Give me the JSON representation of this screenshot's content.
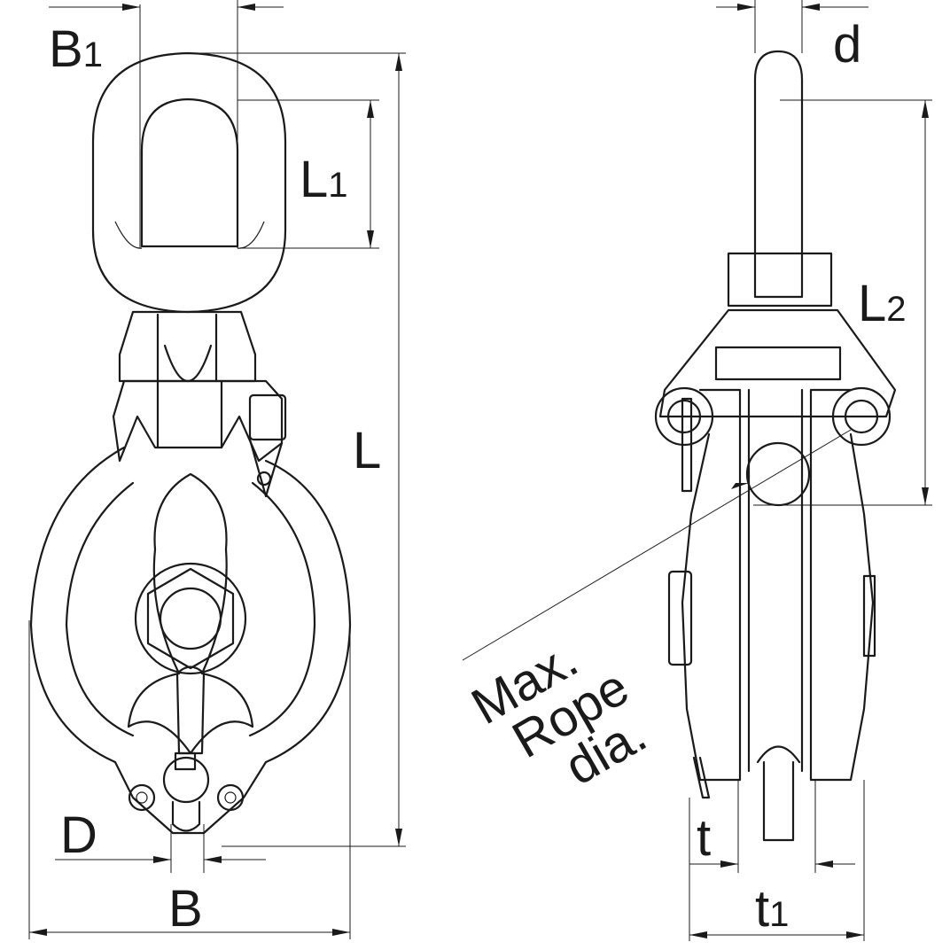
{
  "labels": {
    "B1": {
      "main": "B",
      "sub": "1"
    },
    "L1": {
      "main": "L",
      "sub": "1"
    },
    "L": {
      "main": "L"
    },
    "D": {
      "main": "D"
    },
    "B": {
      "main": "B"
    },
    "d": {
      "main": "d"
    },
    "L2": {
      "main": "L",
      "sub": "2"
    },
    "t": {
      "main": "t"
    },
    "t1": {
      "main": "t",
      "sub": "1"
    },
    "max_rope": {
      "line1": "Max.",
      "line2": "Rope",
      "line3": "dia."
    }
  },
  "colors": {
    "line": "#1a1a1a",
    "background": "#ffffff"
  }
}
